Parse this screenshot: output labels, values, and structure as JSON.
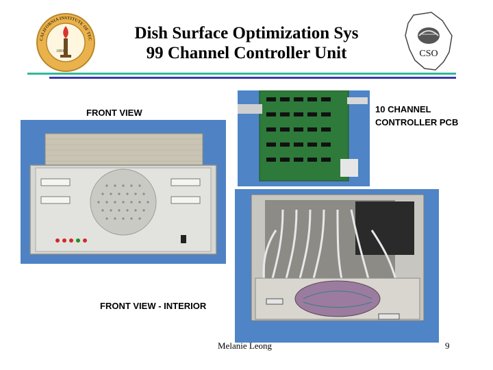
{
  "slide": {
    "title_line1": "Dish Surface Optimization Sys",
    "title_line2": "99 Channel Controller Unit",
    "caltech_seal_text": "CALIFORNIA INSTITUTE OF TECHNOLOGY",
    "caltech_seal_year": "1891",
    "cso_logo_text": "CSO",
    "labels": {
      "front_view": "FRONT VIEW",
      "pcb_line1": "10 CHANNEL",
      "pcb_line2": "CONTROLLER PCB",
      "interior": "FRONT VIEW - INTERIOR"
    },
    "footer": {
      "author": "Melanie Leong",
      "page_number": "9"
    }
  },
  "colors": {
    "rule_teal": "#2fb89a",
    "rule_blue": "#3a3aa8",
    "photo_background_blue": "#4e82c4",
    "pcb_green": "#2e7a3a"
  },
  "icons": {
    "left_logo": "caltech-seal-icon",
    "right_logo": "cso-logo-icon"
  }
}
